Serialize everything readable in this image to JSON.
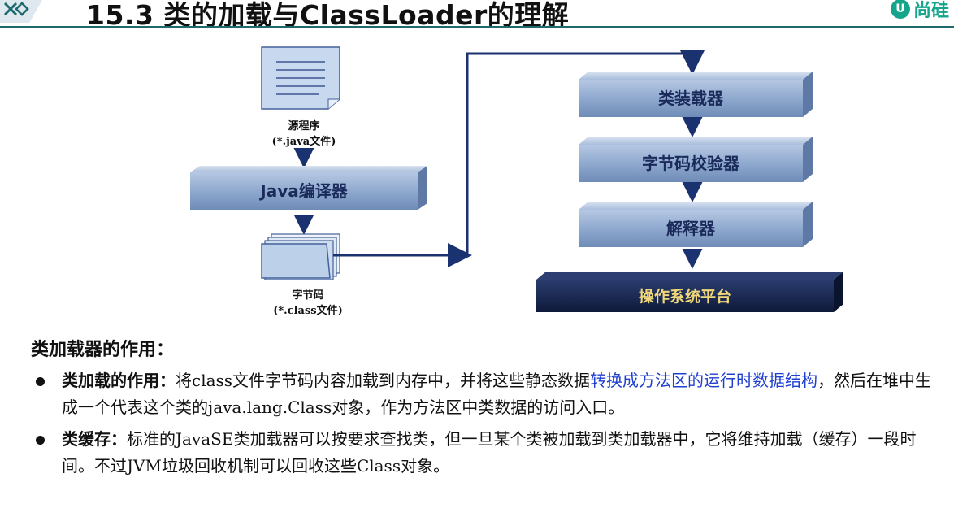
{
  "header": {
    "title": "15.3 类的加载与ClassLoader的理解",
    "brand": "尚硅"
  },
  "diagram": {
    "source_file": {
      "name": "源程序",
      "ext": "(*.java文件)"
    },
    "compiler": "Java编译器",
    "bytecode_file": {
      "name": "字节码",
      "ext": "(*.class文件)"
    },
    "jvm_boxes": [
      "类装载器",
      "字节码校验器",
      "解释器"
    ],
    "platform": "操作系统平台"
  },
  "section": {
    "heading": "类加载器的作用：",
    "bullets": [
      {
        "term": "类加载的作用：",
        "text_before": "将class文件字节码内容加载到内存中，并将这些静态数据",
        "highlight": "转换成方法区的运行时数据结构",
        "text_after": "，然后在堆中生成一个代表这个类的java.lang.Class对象，作为方法区中类数据的访问入口。"
      },
      {
        "term": "类缓存：",
        "text_before": "标准的JavaSE类加载器可以按要求查找类，但一旦某个类被加载到类加载器中，它将维持加载（缓存）一段时间。不过JVM垃圾回收机制可以回收这些Class对象。",
        "highlight": "",
        "text_after": ""
      }
    ]
  },
  "colors": {
    "header_rule": "#1f6a6f",
    "box_fill": "#8fa9cf",
    "box_dark": "#1b2a56",
    "arrow": "#1b3270",
    "highlight_text": "#1f3fd0"
  }
}
